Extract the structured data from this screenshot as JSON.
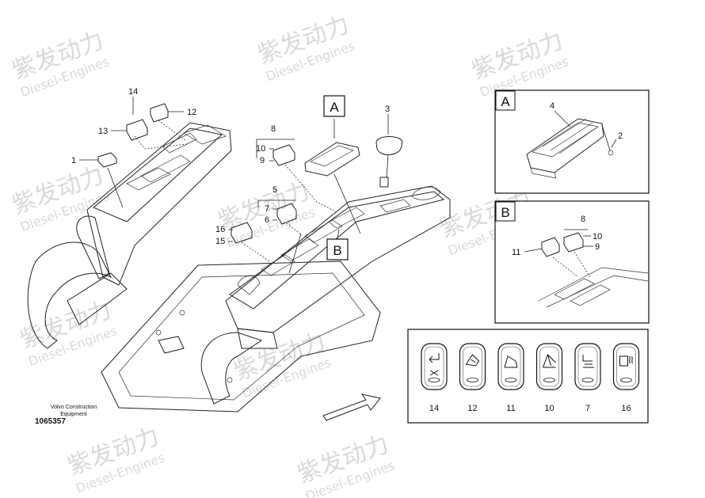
{
  "watermark": {
    "brand": "紫发动力",
    "text": "Diesel-Engines"
  },
  "caption": {
    "company": "Volvo Construction",
    "company_line2": "Equipment",
    "drawing_number": "1065357"
  },
  "main_view": {
    "labels": {
      "p1": "1",
      "p3": "3",
      "p5": "5",
      "p6": "6",
      "p7": "7",
      "p8": "8",
      "p9": "9",
      "p10": "10",
      "p12": "12",
      "p13": "13",
      "p14": "14",
      "p15": "15",
      "p16": "16"
    },
    "box_a": "A",
    "box_b": "B"
  },
  "detail_a": {
    "title": "A",
    "labels": {
      "p4": "4",
      "p2": "2"
    }
  },
  "detail_b": {
    "title": "B",
    "labels": {
      "p8": "8",
      "p10": "10",
      "p9": "9",
      "p11": "11"
    }
  },
  "switch_panel": {
    "switches": [
      {
        "label": "14",
        "icon": "arrow-return-icon"
      },
      {
        "label": "12",
        "icon": "tipping-bucket-icon"
      },
      {
        "label": "11",
        "icon": "boom-arm-icon"
      },
      {
        "label": "10",
        "icon": "boom-arm-alt-icon"
      },
      {
        "label": "7",
        "icon": "seat-heater-icon"
      },
      {
        "label": "16",
        "icon": "rear-defrost-icon"
      }
    ]
  }
}
